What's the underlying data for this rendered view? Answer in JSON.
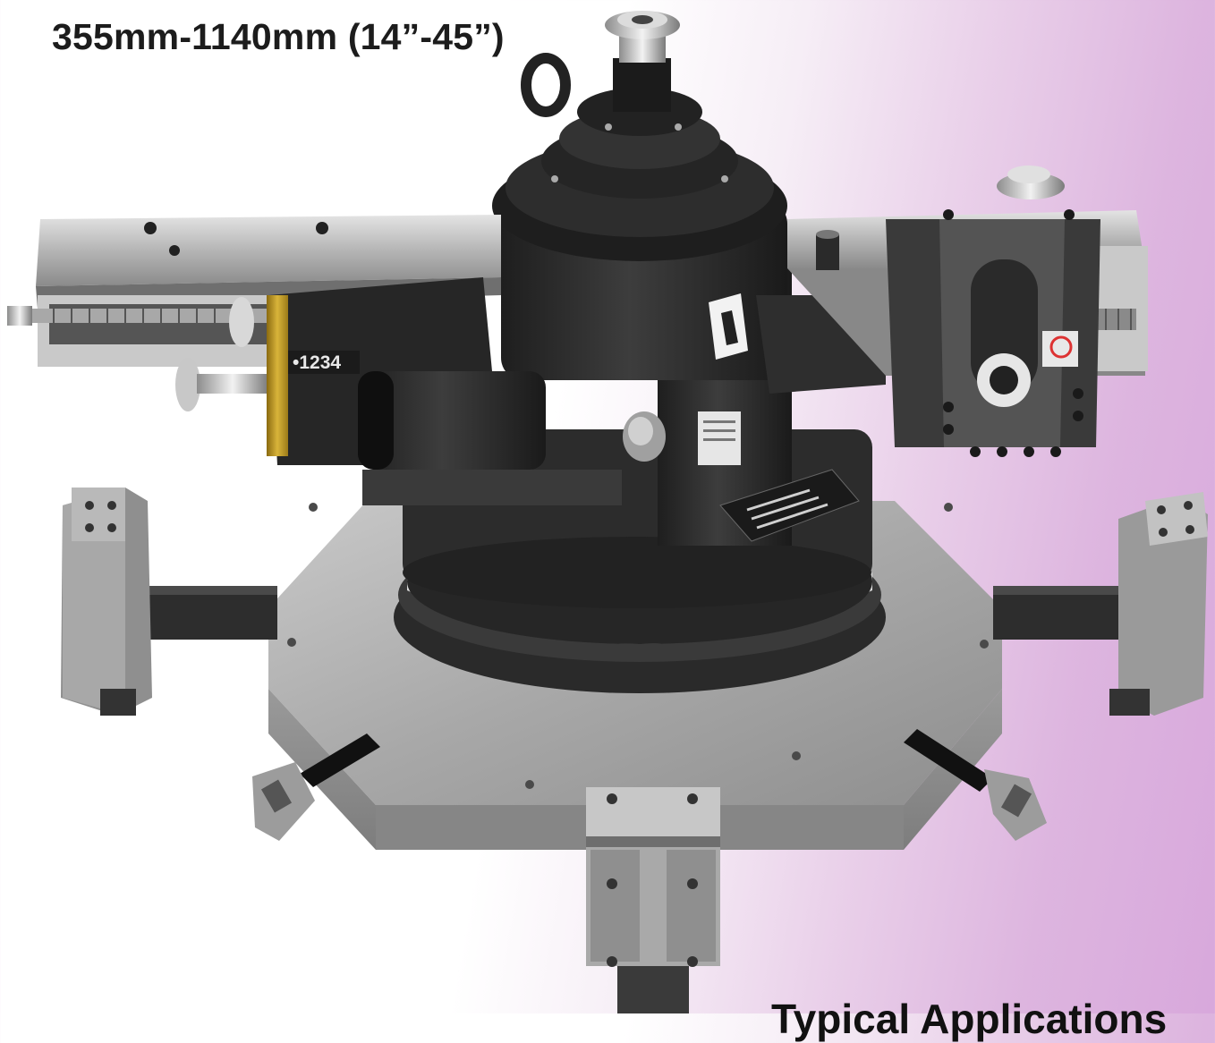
{
  "heading": {
    "top_partial": "",
    "range": "355mm-1140mm (14”-45”)",
    "bottom_partial": "Typical Applications"
  },
  "machine": {
    "dial_label": "•1234"
  },
  "colors": {
    "background_accent": "#d8a8dc",
    "housing": "#2b2b2b",
    "steel": "#a9a9a9",
    "dial_accent": "#c9a227"
  }
}
